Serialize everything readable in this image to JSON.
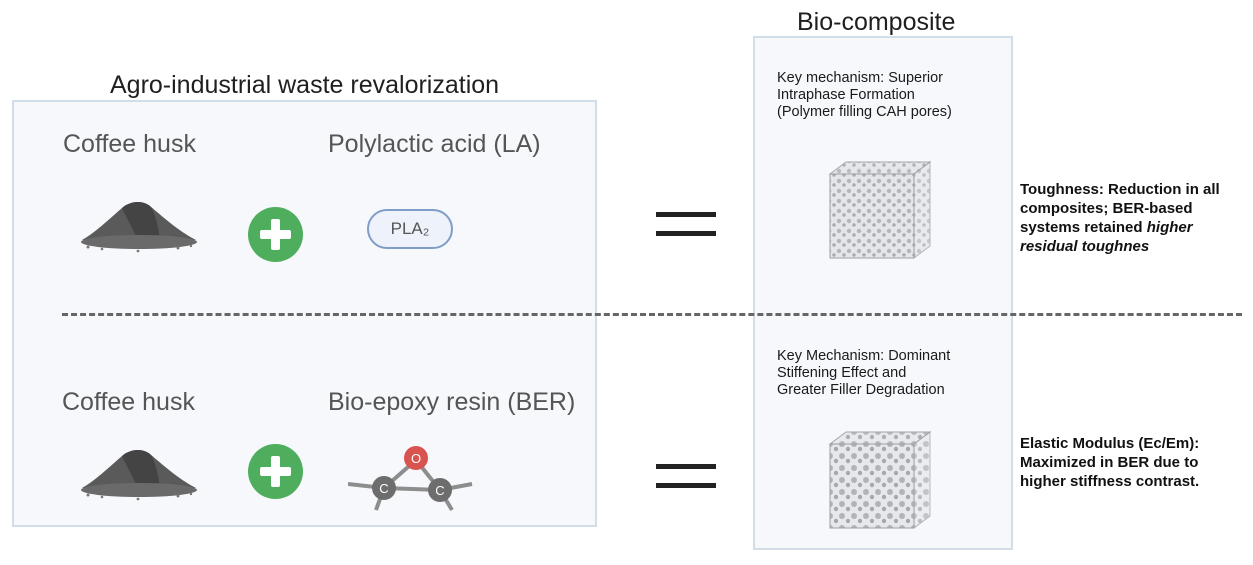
{
  "left_panel": {
    "title": "Agro-industrial waste revalorization"
  },
  "right_panel": {
    "title": "Bio-composite"
  },
  "row1": {
    "filler_label": "Coffee husk",
    "matrix_label": "Polylactic acid (LA)",
    "matrix_icon_text": "PLA₂",
    "mechanism": [
      "Key mechanism: Superior",
      "Intraphase Formation",
      "(Polymer filling CAH pores)"
    ],
    "result": {
      "text": "Toughness: Reduction in all composites; BER-based systems retained ",
      "emphasis": "higher residual toughnes"
    }
  },
  "row2": {
    "filler_label": "Coffee husk",
    "matrix_label": "Bio-epoxy resin (BER)",
    "epoxy_atoms": {
      "oxygen": "O",
      "carbon": "C"
    },
    "mechanism": [
      "Key Mechanism: Dominant",
      "Stiffening Effect and",
      "Greater Filler Degradation"
    ],
    "result": {
      "text": "Elastic Modulus (Ec/Em): Maximized in  BER due to higher stiffness contrast."
    }
  },
  "icons": [
    "powder-pile-icon",
    "plus-icon",
    "equals-icon",
    "porous-cube-icon",
    "epoxide-molecule-icon"
  ],
  "colors": {
    "plus": "#4fae5d",
    "oxygen": "#d9534f",
    "carbon": "#6d6d6d",
    "panel_border": "#d3dde8"
  }
}
